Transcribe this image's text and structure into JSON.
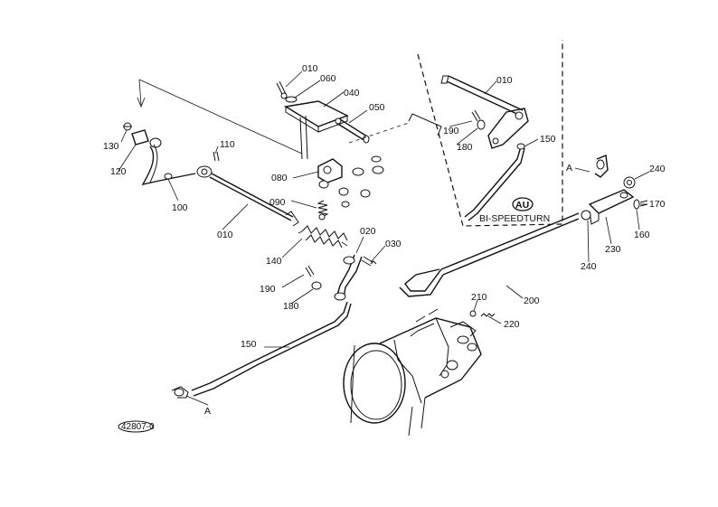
{
  "labels": {
    "p010_top": "010",
    "p060_top": "060",
    "p040": "040",
    "p050": "050",
    "p080": "080",
    "p090": "090",
    "p110": "110",
    "p130": "130",
    "p120": "120",
    "p100": "100",
    "p010_rod": "010",
    "p140": "140",
    "p020": "020",
    "p030": "030",
    "p190_left": "190",
    "p180_left": "180",
    "p150_left": "150",
    "mark_a_left": "A",
    "p010_au": "010",
    "p190_au": "190",
    "p180_au": "180",
    "p150_au": "150",
    "au_badge": "AU",
    "au_caption": "BI-SPEEDTURN",
    "mark_a_right": "A",
    "p240_top": "240",
    "p170": "170",
    "p160": "160",
    "p230": "230",
    "p240_bottom": "240",
    "p200": "200",
    "p210": "210",
    "p220": "220",
    "drawing_code": "42807-0"
  }
}
